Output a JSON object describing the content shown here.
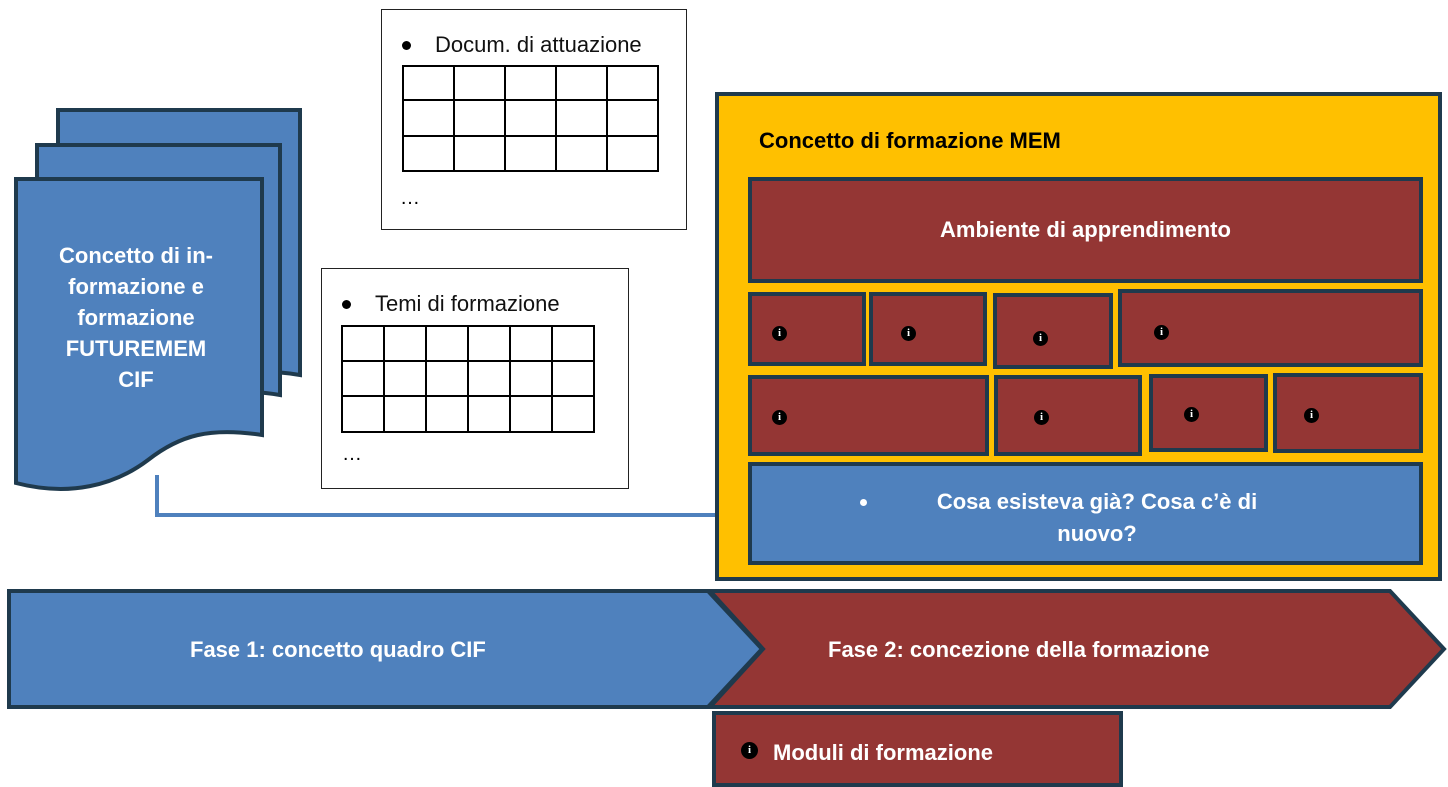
{
  "doc_stack": {
    "label": "Concetto di in-formazione e formazione FUTUREMEM CIF",
    "lines": [
      "Concetto di in-",
      "formazione e",
      "formazione",
      "FUTUREMEM",
      "CIF"
    ]
  },
  "card_attuazione": {
    "bullet": "Docum. di attuazione",
    "rows": 3,
    "cols": 5,
    "ellipsis": "…"
  },
  "card_temi": {
    "bullet": "Temi di formazione",
    "rows": 3,
    "cols": 6,
    "ellipsis": "…"
  },
  "mem_panel": {
    "title": "Concetto di formazione MEM",
    "ambiente": "Ambiente di apprendimento",
    "existing_text_line1": "Cosa esisteva già? Cosa c’è di",
    "existing_text_line2": "nuovo?"
  },
  "phases": {
    "phase1": "Fase 1: concetto quadro CIF",
    "phase2": "Fase 2: concezione della formazione"
  },
  "moduli": {
    "label": "Moduli di formazione"
  },
  "icons": {
    "info": "info-icon",
    "bullet": "bullet-dot",
    "arrow": "arrow-right"
  },
  "colors": {
    "blue": "#4f81bd",
    "dark_red": "#943634",
    "gold": "#ffc000",
    "outline": "#1f3a4d"
  }
}
